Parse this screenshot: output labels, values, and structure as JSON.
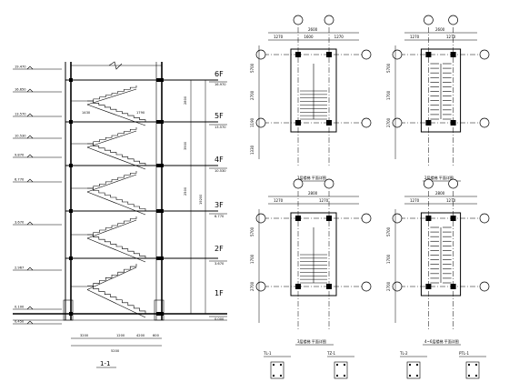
{
  "section": {
    "title": "1-1",
    "floor_labels": [
      "6F",
      "5F",
      "4F",
      "3F",
      "2F",
      "1F"
    ],
    "elevations_left": [
      "19.470",
      "16.650",
      "13.570",
      "10.530",
      "9.870",
      "6.770",
      "3.670",
      "2.967",
      "0.100",
      "0.450"
    ],
    "elevations_right": [
      "16.970",
      "13.570",
      "10.530",
      "6.770",
      "3.670",
      "0.000"
    ],
    "dim_vertical_right": [
      "2800",
      "3900",
      "2500",
      "19200"
    ],
    "dim_bottom_total": "5200",
    "dim_bottom_parts": [
      "3200",
      "1200",
      "4200",
      "600"
    ],
    "dim_top": [
      "1430",
      "1790"
    ]
  },
  "plans": [
    {
      "id": "plan-1",
      "title": "1层楼梯 平面详图",
      "dim_top": "2600",
      "dim_top_parts": [
        "1270",
        "1600",
        "1270"
      ],
      "dim_side": [
        "5700",
        "2700",
        "1190",
        "1330"
      ]
    },
    {
      "id": "plan-2",
      "title": "2层楼梯 平面详图",
      "dim_top": "2600",
      "dim_top_parts": [
        "1270",
        "1270"
      ],
      "dim_side": [
        "5700",
        "1700",
        "2700"
      ]
    },
    {
      "id": "plan-3",
      "title": "3层楼梯 平面详图",
      "dim_top": "2800",
      "dim_top_parts": [
        "1270",
        "1270"
      ],
      "dim_side": [
        "5700",
        "1700",
        "2700"
      ]
    },
    {
      "id": "plan-4",
      "title": "4~6层楼梯 平面详图",
      "dim_top": "2800",
      "dim_top_parts": [
        "1270",
        "1270"
      ],
      "dim_side": [
        "5700",
        "1700",
        "2700"
      ]
    }
  ],
  "details": [
    "TL-1",
    "TZ-1",
    "TL-2",
    "PTL-1"
  ]
}
